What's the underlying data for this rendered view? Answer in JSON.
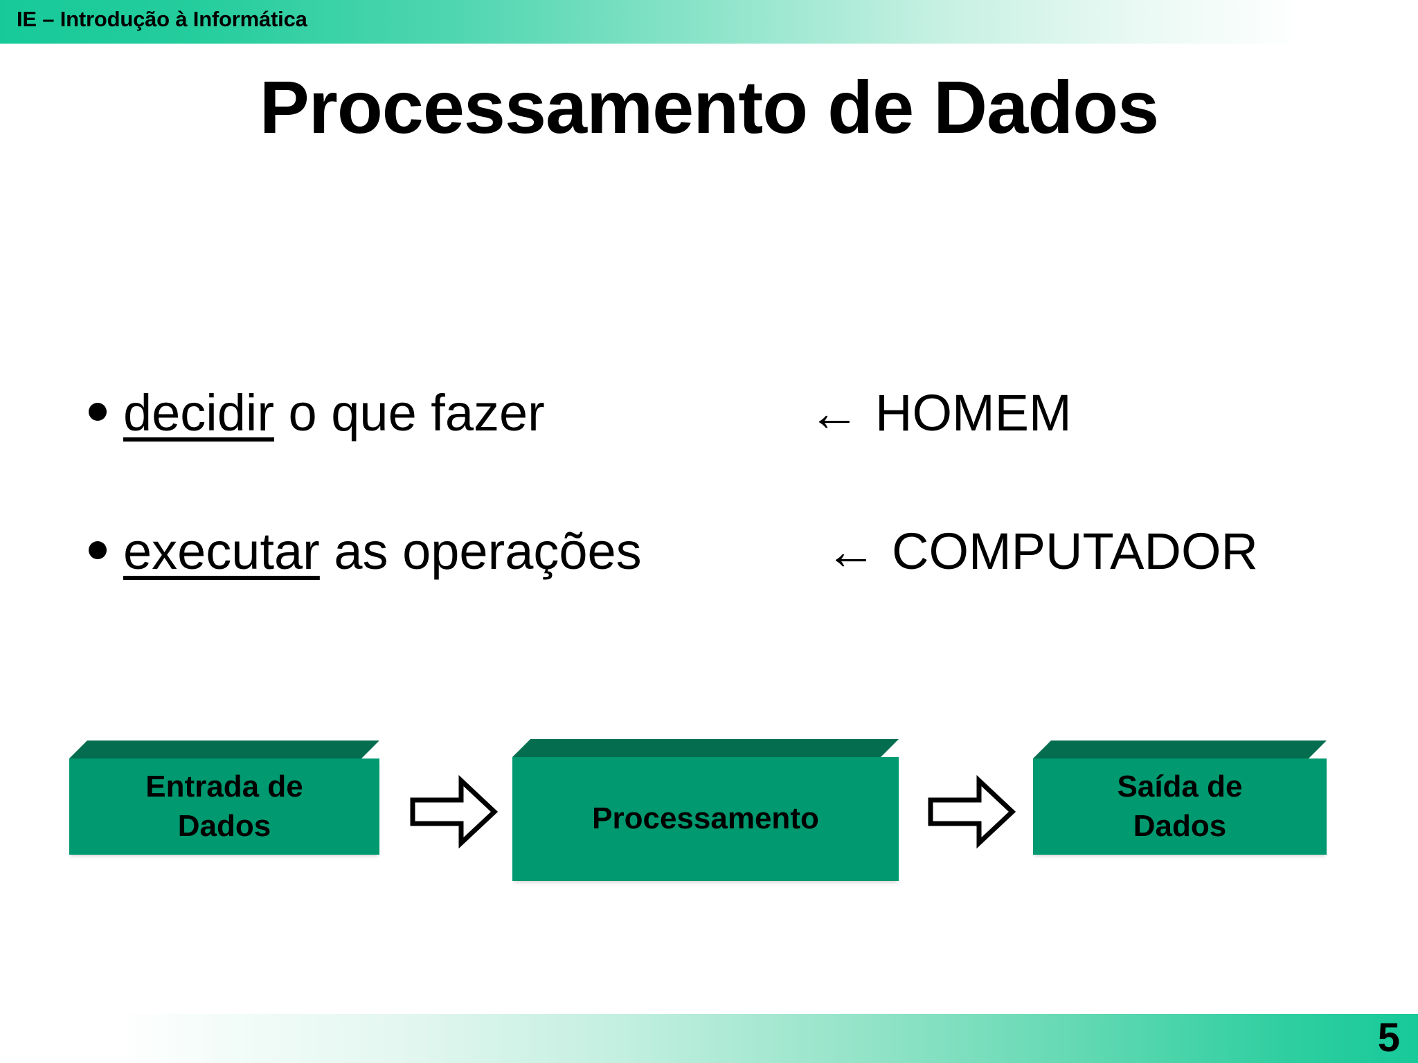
{
  "header": {
    "course_label": "IE – Introdução à Informática"
  },
  "slide": {
    "title": "Processamento de Dados",
    "page_number": "5"
  },
  "bullets": [
    {
      "marker": "bullet-dot",
      "keyword": "decidir",
      "rest": " o que fazer",
      "arrow": "←",
      "actor": "HOMEM"
    },
    {
      "marker": "bullet-dot",
      "keyword": "executar",
      "rest": " as operações",
      "arrow": "←",
      "actor": "COMPUTADOR"
    }
  ],
  "flow": {
    "boxes": [
      {
        "label": "Entrada de\nDados"
      },
      {
        "label": "Processamento"
      },
      {
        "label": "Saída de\nDados"
      }
    ],
    "connectors": [
      {
        "icon": "right-arrow-icon"
      },
      {
        "icon": "right-arrow-icon"
      }
    ]
  },
  "colors": {
    "band_teal": "#17c999",
    "box_front": "#009970",
    "box_top": "#056d4f",
    "text": "#000000",
    "background": "#ffffff"
  }
}
